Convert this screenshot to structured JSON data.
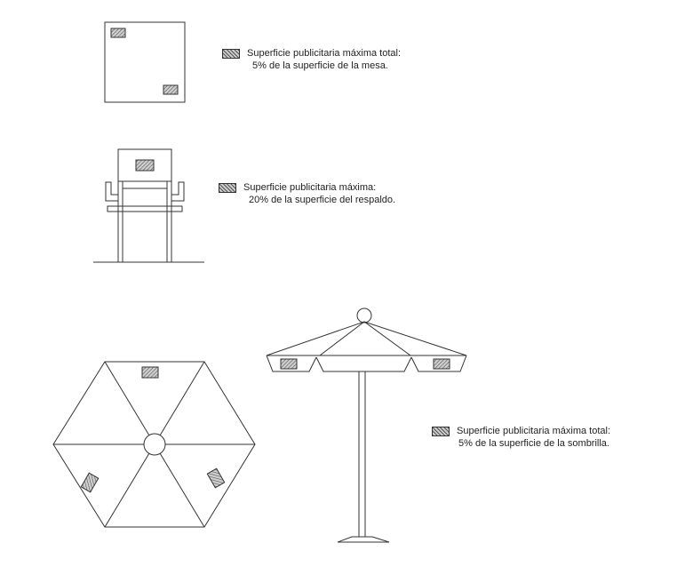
{
  "legend": {
    "table": {
      "line1": "Superficie publicitaria máxima total:",
      "line2": "5% de la superficie de la mesa."
    },
    "chair": {
      "line1": "Superficie publicitaria máxima:",
      "line2": "20% de la superficie del respaldo."
    },
    "umbrella": {
      "line1": "Superficie publicitaria máxima total:",
      "line2": "5% de la superficie de la sombrilla."
    }
  },
  "colors": {
    "line": "#333333",
    "hatch": "#555555",
    "fill": "#cccccc"
  }
}
